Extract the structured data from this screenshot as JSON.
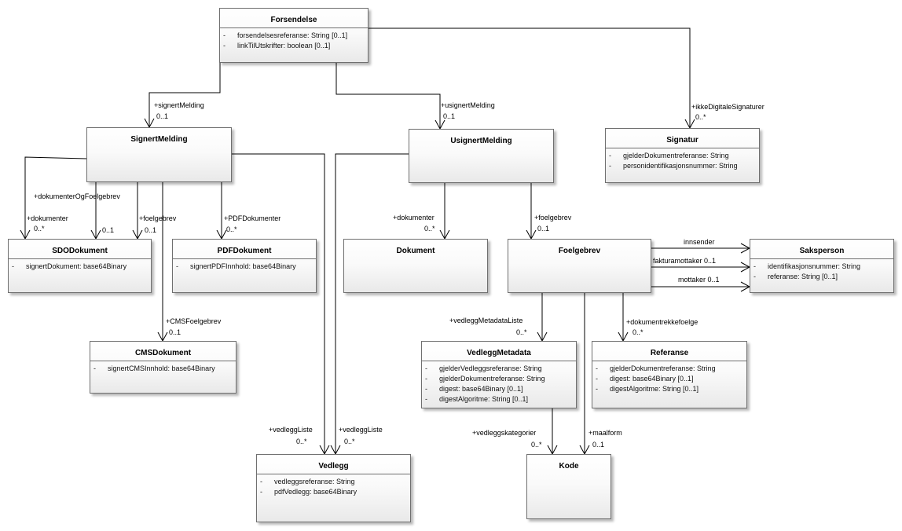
{
  "classes": {
    "forsendelse": {
      "name": "Forsendelse",
      "attrs": [
        "forsendelsesreferanse: String [0..1]",
        "linkTilUtskrifter: boolean [0..1]"
      ]
    },
    "signert_melding": {
      "name": "SignertMelding",
      "attrs": []
    },
    "usignert_melding": {
      "name": "UsignertMelding",
      "attrs": []
    },
    "signatur": {
      "name": "Signatur",
      "attrs": [
        "gjelderDokumentreferanse: String",
        "personidentifikasjonsnummer: String"
      ]
    },
    "sdo_dokument": {
      "name": "SDODokument",
      "attrs": [
        "signertDokument: base64Binary"
      ]
    },
    "pdf_dokument": {
      "name": "PDFDokument",
      "attrs": [
        "signertPDFInnhold: base64Binary"
      ]
    },
    "dokument": {
      "name": "Dokument",
      "attrs": []
    },
    "foelgebrev": {
      "name": "Foelgebrev",
      "attrs": []
    },
    "saksperson": {
      "name": "Saksperson",
      "attrs": [
        "identifikasjonsnummer: String",
        "referanse: String [0..1]"
      ]
    },
    "cms_dokument": {
      "name": "CMSDokument",
      "attrs": [
        "signertCMSInnhold: base64Binary"
      ]
    },
    "vedlegg_metadata": {
      "name": "VedleggMetadata",
      "attrs": [
        "gjelderVedleggsreferanse: String",
        "gjelderDokumentreferanse: String",
        "digest: base64Binary [0..1]",
        "digestAlgoritme: String [0..1]"
      ]
    },
    "referanse": {
      "name": "Referanse",
      "attrs": [
        "gjelderDokumentreferanse: String",
        "digest: base64Binary [0..1]",
        "digestAlgoritme: String [0..1]"
      ]
    },
    "vedlegg": {
      "name": "Vedlegg",
      "attrs": [
        "vedleggsreferanse: String",
        "pdfVedlegg: base64Binary"
      ]
    },
    "kode": {
      "name": "Kode",
      "attrs": []
    }
  },
  "attr_marker": "-",
  "labels": {
    "signert_melding_role": "+signertMelding",
    "signert_melding_mult": "0..1",
    "usignert_melding_role": "+usignertMelding",
    "usignert_melding_mult": "0..1",
    "ikke_digitale_role": "+ikkeDigitaleSignaturer",
    "ikke_digitale_mult": "0..*",
    "sm_dokumenter_role": "+dokumenter",
    "sm_dokumenter_mult": "0..*",
    "dok_og_foelgebrev_role": "+dokumenterOgFoelgebrev",
    "dok_og_foelgebrev_mult": "0..1",
    "sm_foelgebrev_role": "+foelgebrev",
    "sm_foelgebrev_mult": "0..1",
    "pdf_dokumenter_role": "+PDFDokumenter",
    "pdf_dokumenter_mult": "0..*",
    "cms_foelgebrev_role": "+CMSFoelgebrev",
    "cms_foelgebrev_mult": "0..1",
    "um_dokumenter_role": "+dokumenter",
    "um_dokumenter_mult": "0..*",
    "um_foelgebrev_role": "+foelgebrev",
    "um_foelgebrev_mult": "0..1",
    "innsender": "innsender",
    "fakturamottaker": "fakturamottaker 0..1",
    "mottaker": "mottaker 0..1",
    "vedlegg_metadata_liste_role": "+vedleggMetadataListe",
    "vedlegg_metadata_liste_mult": "0..*",
    "dokumentrekkefoelge_role": "+dokumentrekkefoelge",
    "dokumentrekkefoelge_mult": "0..*",
    "vedleggsliste_1_role": "+vedleggListe",
    "vedleggsliste_1_mult": "0..*",
    "vedleggsliste_2_role": "+vedleggListe",
    "vedleggsliste_2_mult": "0..*",
    "vedleggskategorier_role": "+vedleggskategorier",
    "vedleggskategorier_mult": "0..*",
    "maalform_role": "+maalform",
    "maalform_mult": "0..1"
  }
}
